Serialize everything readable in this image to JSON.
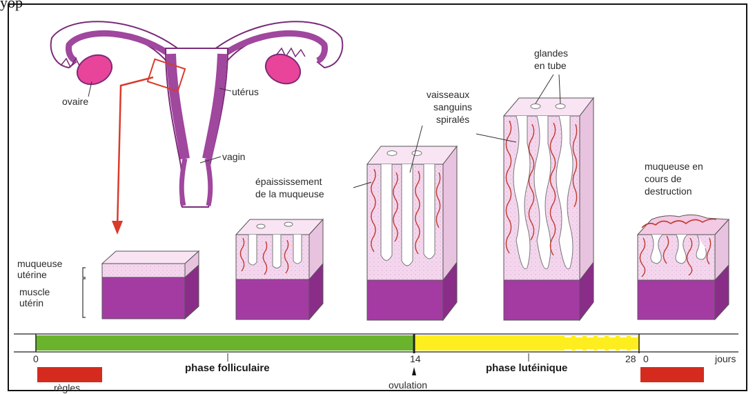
{
  "header_fragment": "        yop",
  "organ_labels": {
    "ovary": "ovaire",
    "uterus": "utérus",
    "vagina": "vagin"
  },
  "layer_labels": {
    "mucosa_line1": "muqueuse",
    "mucosa_line2": "utérine",
    "muscle_line1": "muscle",
    "muscle_line2": "utérin"
  },
  "annotations": {
    "thickening_line1": "épaississement",
    "thickening_line2": "de la muqueuse",
    "vessels_line1": "vaisseaux",
    "vessels_line2": "sanguins",
    "vessels_line3": "spiralés",
    "glands_line1": "glandes",
    "glands_line2": "en tube",
    "destruction_line1": "muqueuse en",
    "destruction_line2": "cours de",
    "destruction_line3": "destruction"
  },
  "timeline": {
    "tick_start": "0",
    "tick_ovulation": "14",
    "tick_end": "28",
    "tick_restart": "0",
    "unit": "jours",
    "follicular_phase": "phase folliculaire",
    "luteal_phase": "phase lutéinique",
    "ovulation": "ovulation",
    "menses": "règles"
  },
  "colors": {
    "uterus_purple": "#a0479e",
    "ovary_pink": "#e8459a",
    "arrow_red": "#d93a2a",
    "muscle_purple": "#a43ba3",
    "mucosa_pink": "#f3d3ec",
    "vessel_red": "#c0392b",
    "follicular_green": "#6ab42d",
    "luteal_yellow": "#ffee1f",
    "menses_red": "#d52b1e"
  }
}
